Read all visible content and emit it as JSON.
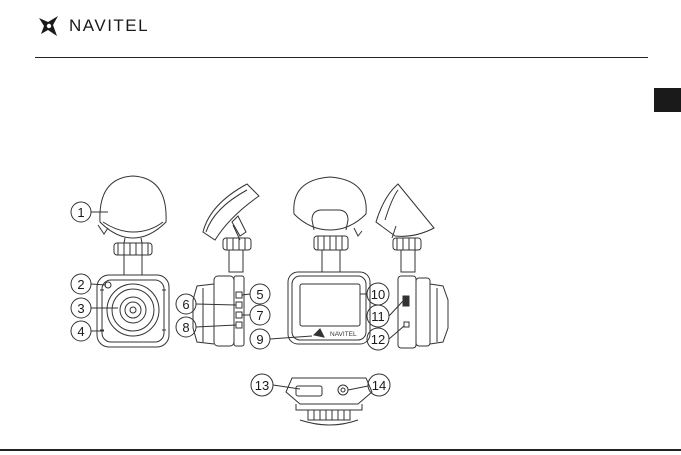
{
  "header": {
    "brand": "NAVITEL",
    "logo": "navitel-logo"
  },
  "figure": {
    "callouts": [
      "1",
      "2",
      "3",
      "4",
      "5",
      "6",
      "7",
      "8",
      "9",
      "10",
      "11",
      "12",
      "13",
      "14"
    ],
    "screen_brand": "NAVITEL"
  },
  "colors": {
    "ink": "#1a1a1a",
    "line": "#333333"
  }
}
